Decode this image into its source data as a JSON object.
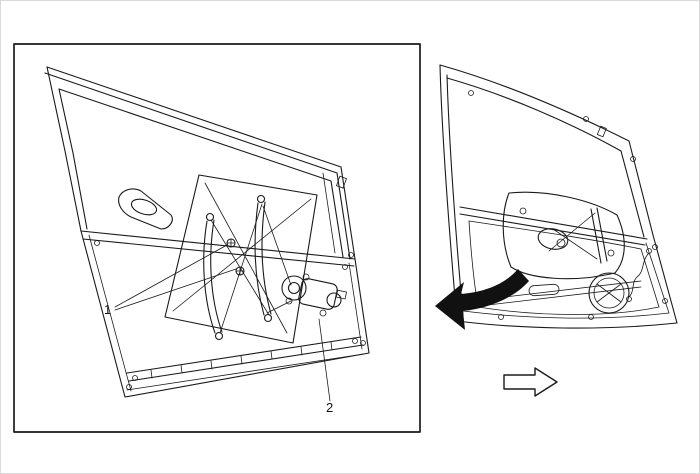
{
  "figure": {
    "kind": "technical-line-illustration",
    "callouts": [
      {
        "label": "1",
        "target": "regulator-mounting-bolts"
      },
      {
        "label": "2",
        "target": "window-regulator-motor"
      }
    ],
    "views": {
      "detail": "door-with-window-regulator-detail",
      "context": "front-door-perspective"
    },
    "icons": {
      "curved_arrow": "curved-arrow-pointing-left",
      "direction_arrow": "block-arrow-pointing-right"
    },
    "colors": {
      "line": "#111111",
      "background": "#ffffff"
    }
  }
}
